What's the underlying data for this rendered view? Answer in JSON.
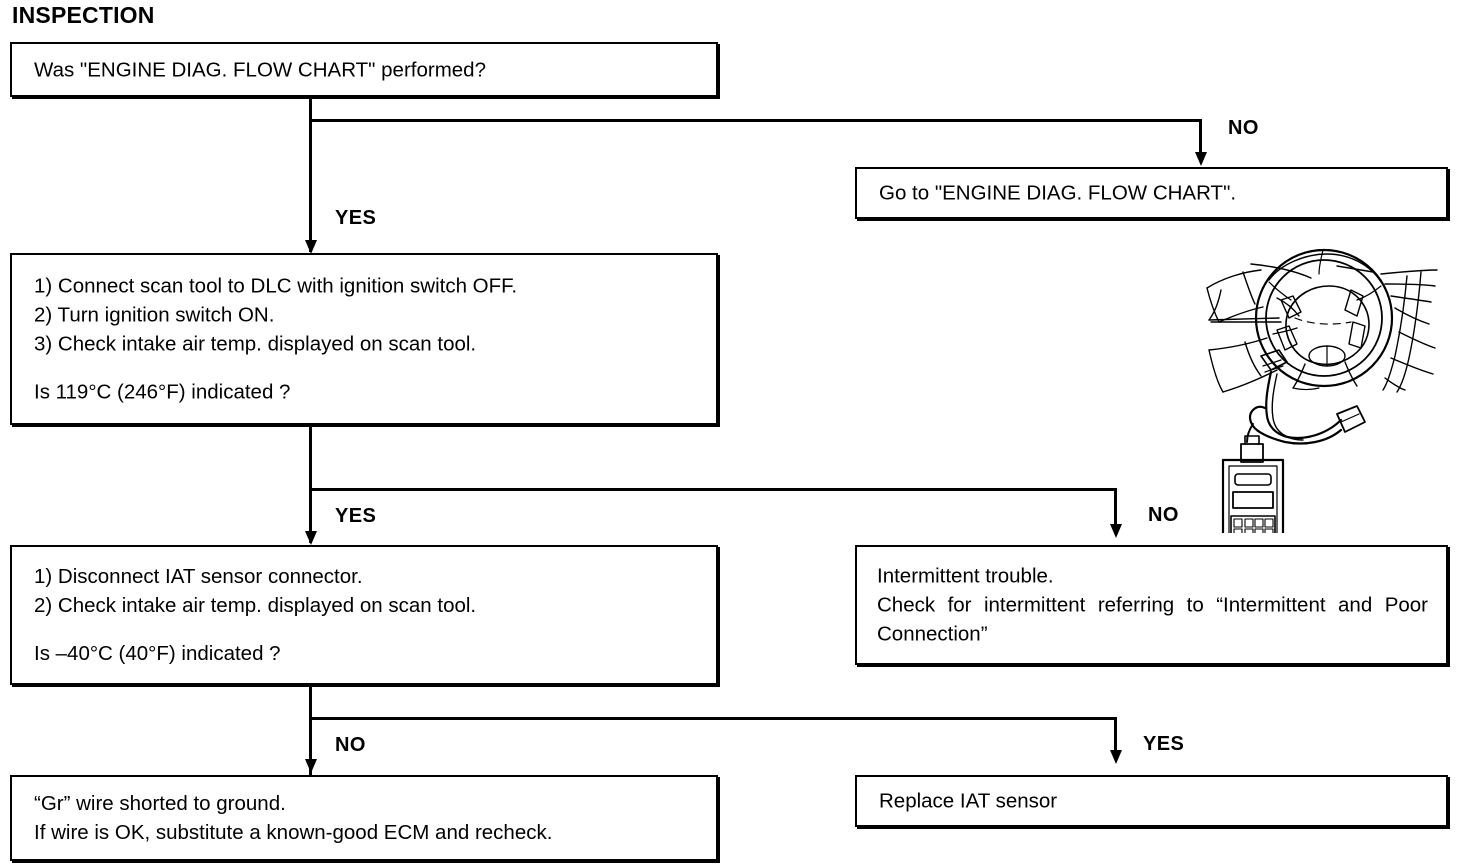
{
  "page": {
    "title": "INSPECTION"
  },
  "boxes": {
    "q1": {
      "name": "was-engine-diag-flow-chart-performed",
      "lines": [
        "Was \"ENGINE DIAG. FLOW CHART\" performed?"
      ]
    },
    "goto_flowchart": {
      "name": "go-to-engine-diag-flow-chart",
      "lines": [
        "Go to \"ENGINE DIAG. FLOW CHART\"."
      ]
    },
    "step2": {
      "name": "connect-scan-tool-step",
      "lines": [
        "1) Connect scan tool to DLC with ignition switch OFF.",
        "2) Turn ignition switch ON.",
        "3) Check intake air temp. displayed on scan tool.",
        "",
        "Is 119°C (246°F) indicated ?"
      ]
    },
    "step3": {
      "name": "disconnect-iat-sensor-step",
      "lines": [
        "1) Disconnect IAT sensor connector.",
        "2) Check intake air temp. displayed on scan tool.",
        "",
        "Is –40°C (40°F) indicated ?"
      ]
    },
    "intermittent": {
      "name": "intermittent-trouble",
      "lines": [
        "Intermittent trouble.",
        "Check for intermittent referring to “Intermittent and Poor Connection”"
      ]
    },
    "gr_wire": {
      "name": "gr-wire-shorted-to-ground",
      "lines": [
        "“Gr” wire shorted to ground.",
        "If wire is OK, substitute a known-good ECM and recheck."
      ]
    },
    "replace_sensor": {
      "name": "replace-iat-sensor",
      "lines": [
        "Replace IAT sensor"
      ]
    }
  },
  "branch_labels": {
    "yes_1": "YES",
    "no_1": "NO",
    "yes_2": "YES",
    "no_2": "NO",
    "no_3": "NO",
    "yes_3": "YES"
  },
  "illustration": {
    "name": "steering-wheel-scan-tool-illustration",
    "description": "Line drawing of vehicle steering wheel with scan tool connected to the DLC connector"
  },
  "colors": {
    "ink": "#000000",
    "paper": "#ffffff"
  }
}
